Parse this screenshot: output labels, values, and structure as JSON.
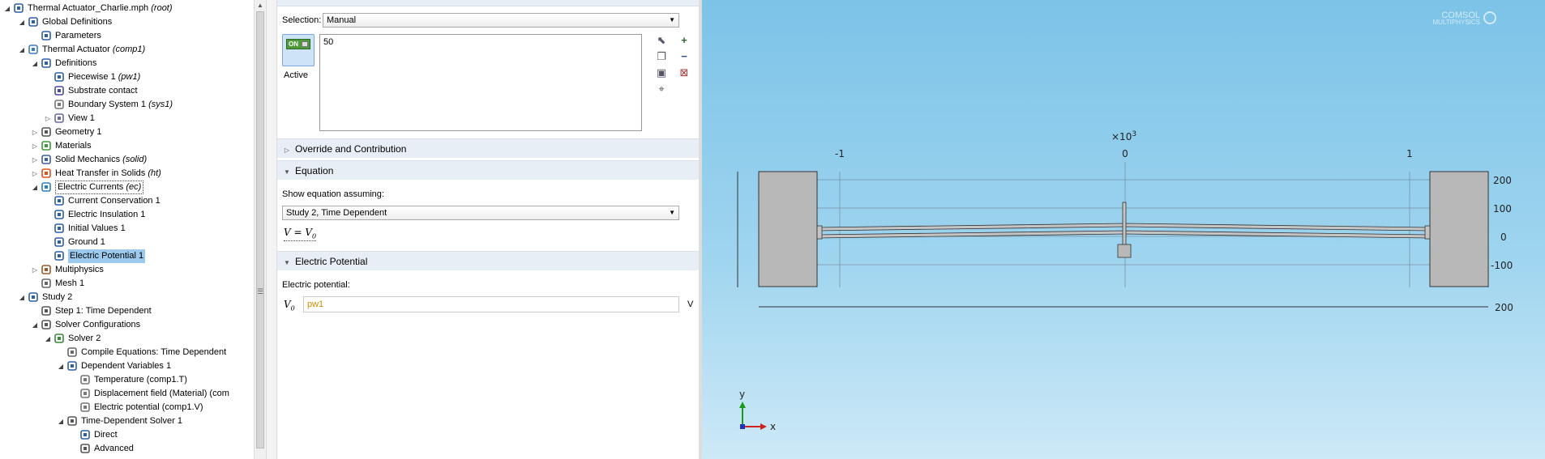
{
  "tree": {
    "items": [
      {
        "label": "Thermal Actuator_Charlie.mph",
        "tag": "(root)",
        "icon": "model-root-icon"
      },
      {
        "label": "Global Definitions",
        "tag": "",
        "icon": "global-definitions-icon"
      },
      {
        "label": "Parameters",
        "tag": "",
        "icon": "parameters-icon"
      },
      {
        "label": "Thermal Actuator",
        "tag": "(comp1)",
        "icon": "component-icon"
      },
      {
        "label": "Definitions",
        "tag": "",
        "icon": "definitions-icon"
      },
      {
        "label": "Piecewise 1",
        "tag": "(pw1)",
        "icon": "piecewise-function-icon"
      },
      {
        "label": "Substrate contact",
        "tag": "",
        "icon": "selection-icon"
      },
      {
        "label": "Boundary System 1",
        "tag": "(sys1)",
        "icon": "coordinate-system-icon"
      },
      {
        "label": "View 1",
        "tag": "",
        "icon": "view-icon"
      },
      {
        "label": "Geometry 1",
        "tag": "",
        "icon": "geometry-icon"
      },
      {
        "label": "Materials",
        "tag": "",
        "icon": "materials-icon"
      },
      {
        "label": "Solid Mechanics",
        "tag": "(solid)",
        "icon": "solid-mechanics-icon"
      },
      {
        "label": "Heat Transfer in Solids",
        "tag": "(ht)",
        "icon": "heat-transfer-icon"
      },
      {
        "label": "Electric Currents",
        "tag": "(ec)",
        "icon": "electric-currents-icon"
      },
      {
        "label": "Current Conservation 1",
        "tag": "",
        "icon": "domain-feature-icon"
      },
      {
        "label": "Electric Insulation 1",
        "tag": "",
        "icon": "boundary-feature-icon"
      },
      {
        "label": "Initial Values 1",
        "tag": "",
        "icon": "domain-feature-icon"
      },
      {
        "label": "Ground 1",
        "tag": "",
        "icon": "boundary-feature-icon"
      },
      {
        "label": "Electric Potential 1",
        "tag": "",
        "icon": "boundary-feature-icon"
      },
      {
        "label": "Multiphysics",
        "tag": "",
        "icon": "multiphysics-icon"
      },
      {
        "label": "Mesh 1",
        "tag": "",
        "icon": "mesh-icon"
      },
      {
        "label": "Study 2",
        "tag": "",
        "icon": "study-icon"
      },
      {
        "label": "Step 1: Time Dependent",
        "tag": "",
        "icon": "study-step-icon"
      },
      {
        "label": "Solver Configurations",
        "tag": "",
        "icon": "solver-configurations-icon"
      },
      {
        "label": "Solver 2",
        "tag": "",
        "icon": "solver-icon"
      },
      {
        "label": "Compile Equations: Time Dependent",
        "tag": "",
        "icon": "compile-equations-icon"
      },
      {
        "label": "Dependent Variables 1",
        "tag": "",
        "icon": "dependent-variables-icon"
      },
      {
        "label": "Temperature (comp1.T)",
        "tag": "",
        "icon": "field-icon"
      },
      {
        "label": "Displacement field (Material) (com",
        "tag": "",
        "icon": "field-icon"
      },
      {
        "label": "Electric potential (comp1.V)",
        "tag": "",
        "icon": "field-icon"
      },
      {
        "label": "Time-Dependent Solver 1",
        "tag": "",
        "icon": "time-solver-icon"
      },
      {
        "label": "Direct",
        "tag": "",
        "icon": "direct-solver-icon"
      },
      {
        "label": "Advanced",
        "tag": "",
        "icon": "advanced-icon"
      }
    ]
  },
  "settings": {
    "selection_label": "Selection:",
    "selection_value": "Manual",
    "selection_list": [
      "50"
    ],
    "active_label": "Active",
    "active_switch": "ON",
    "sections": {
      "override": "Override and Contribution",
      "equation": "Equation",
      "electric_potential": "Electric Potential"
    },
    "show_equation_label": "Show equation assuming:",
    "show_equation_value": "Study 2, Time Dependent",
    "equation_text": "V = V",
    "equation_sub": "0",
    "electric_potential_label": "Electric potential:",
    "v0_symbol": "V",
    "v0_sub": "0",
    "v0_value": "pw1",
    "v0_unit": "V"
  },
  "graphics": {
    "logo_line1": "COMSOL",
    "logo_line2": "MULTIPHYSICS",
    "x_exponent": "×10",
    "x_exponent_power": "3",
    "x_ticks": [
      "-1",
      "0",
      "1"
    ],
    "y_ticks": [
      "200",
      "100",
      "0",
      "-100"
    ],
    "bottom_label": "200",
    "triad_y": "y",
    "triad_x": "x",
    "colors": {
      "geometry_fill": "#b8b8b8",
      "edge": "#333333",
      "background_top": "#7cc3e8",
      "background_bottom": "#cde9f7"
    }
  }
}
